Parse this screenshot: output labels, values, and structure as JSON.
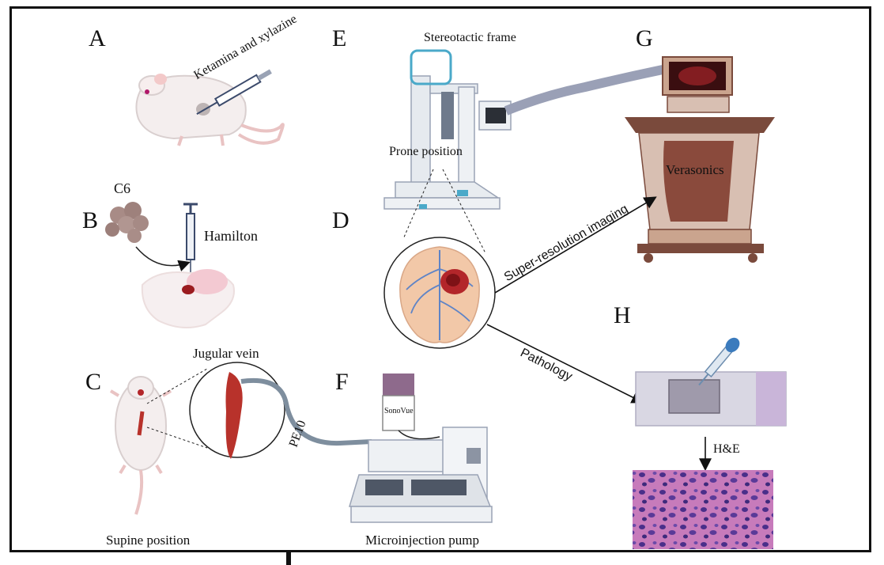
{
  "panels": {
    "A": "A",
    "B": "B",
    "C": "C",
    "D": "D",
    "E": "E",
    "F": "F",
    "G": "G",
    "H": "H"
  },
  "texts": {
    "anesthesia": "Ketamina and xylazine",
    "c6": "C6",
    "hamilton": "Hamilton",
    "jugular": "Jugular vein",
    "pe10": "PE10",
    "supine": "Supine position",
    "stereotactic": "Stereotactic frame",
    "prone": "Prone position",
    "sonovue": "SonoVue",
    "microinjection": "Microinjection pump",
    "verasonics": "Verasonics",
    "super_res": "Super-resolution imaging",
    "pathology": "Pathology",
    "he": "H&E"
  },
  "colors": {
    "mouse": "#f4eeee",
    "mouse_outline": "#d9cfcf",
    "tail": "#e9c3c3",
    "brain": "#f2c8a8",
    "vessel": "#5f84c6",
    "tumor": "#b3262a",
    "jugular": "#b8322b",
    "console": "#7a4a3c",
    "tissue": "#b05aa5",
    "nuclei": "#4a2f8a"
  }
}
